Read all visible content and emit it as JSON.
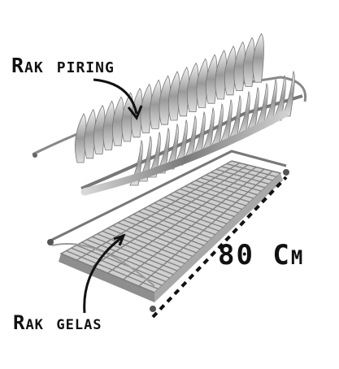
{
  "labels": {
    "top": "Rak piring",
    "bottom": "Rak gelas",
    "dimension": "80 Cm"
  }
}
